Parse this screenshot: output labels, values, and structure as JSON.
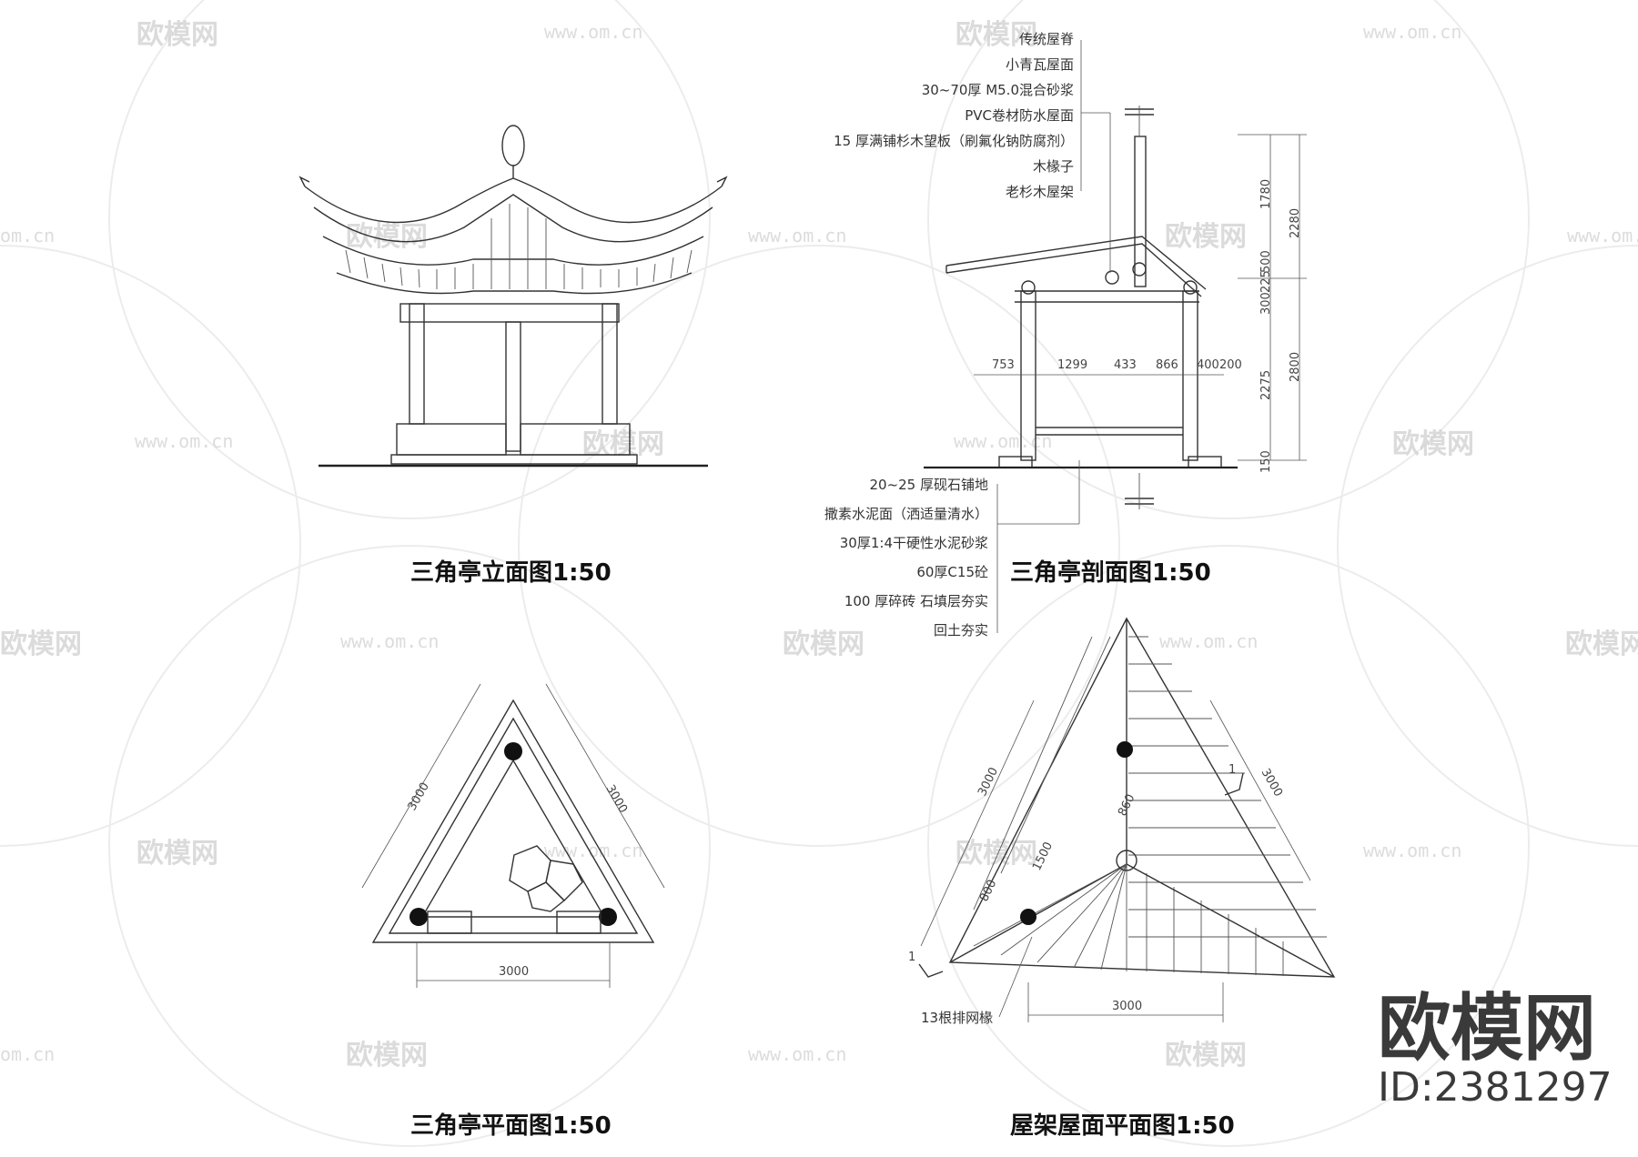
{
  "watermark": {
    "brand": "欧模网",
    "url": "www.om.cn",
    "url_short": "om.cn"
  },
  "titles": {
    "elevation": "三角亭立面图1:50",
    "section": "三角亭剖面图1:50",
    "plan": "三角亭平面图1:50",
    "roof_plan": "屋架屋面平面图1:50"
  },
  "section_roof_notes": [
    "传统屋脊",
    "小青瓦屋面",
    "30~70厚 M5.0混合砂浆",
    "PVC卷材防水屋面",
    "15 厚满铺杉木望板（刷氟化钠防腐剂）",
    "木椽子",
    "老杉木屋架"
  ],
  "section_floor_notes": [
    "20~25 厚砚石铺地",
    "撒素水泥面（洒适量清水）",
    "30厚1:4干硬性水泥砂浆",
    "60厚C15砼",
    "100 厚碎砖 石填层夯实",
    "回土夯实"
  ],
  "section_dims": {
    "horizontal": [
      "753",
      "1299",
      "433",
      "866",
      "400",
      "200"
    ],
    "vertical_inner": [
      "1780",
      "500",
      "225",
      "300",
      "2275",
      "150"
    ],
    "vertical_outer": [
      "2280",
      "2800"
    ]
  },
  "plan_dims": {
    "left": "3000",
    "right": "3000",
    "bottom": "3000"
  },
  "roof_plan": {
    "dim_left": "3000",
    "dim_right": "3000",
    "dim_bottom": "3000",
    "dim_small_1": "800",
    "dim_small_2": "1500",
    "dim_small_3": "860",
    "section_mark": "1",
    "note": "13根排网椽"
  },
  "brand_block": {
    "name": "欧模网",
    "id": "ID:2381297"
  }
}
